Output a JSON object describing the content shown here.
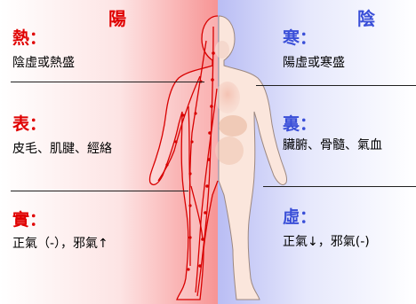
{
  "colors": {
    "yang_red": "#e00000",
    "yin_blue": "#3a4fd8",
    "body_outline": "#d80000"
  },
  "titles": {
    "yang": "陽",
    "yin": "陰"
  },
  "left": [
    {
      "heading": "熱：",
      "text": "陰虛或熱盛"
    },
    {
      "heading": "表：",
      "text": "皮毛、肌腱、經絡"
    },
    {
      "heading": "實：",
      "text": "正氣（-），邪氣↑"
    }
  ],
  "right": [
    {
      "heading": "寒：",
      "text": "陽虛或寒盛"
    },
    {
      "heading": "裏：",
      "text": "臟腑、骨髓、氣血"
    },
    {
      "heading": "虛：",
      "text": "正氣↓，邪氣(-)"
    }
  ]
}
